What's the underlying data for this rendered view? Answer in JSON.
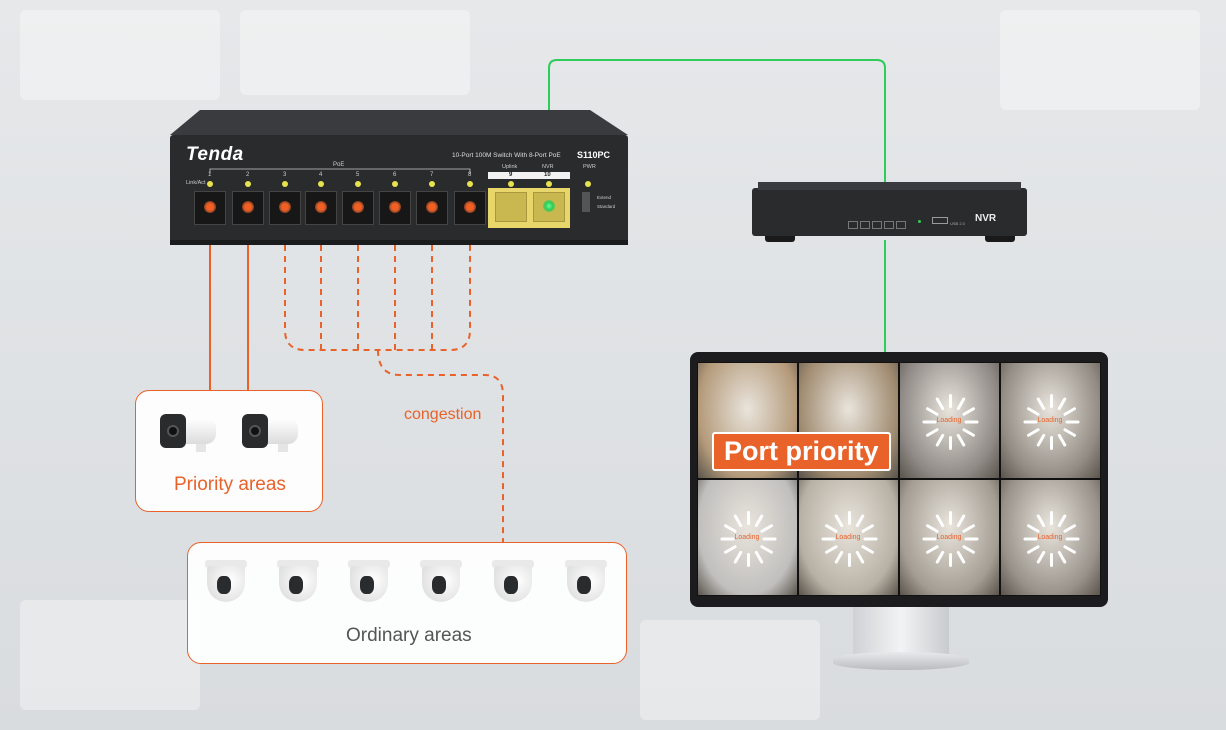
{
  "switch": {
    "brand": "Tenda",
    "model_desc": "10-Port 100M Switch With 8-Port PoE",
    "model": "S110PC",
    "poe_label": "PoE",
    "linkact_label": "Link/Act",
    "uplink_label": "Uplink",
    "nvr_port_label": "NVR",
    "pwr_label": "PWR",
    "extend_label": "Extend",
    "standard_label": "Standard",
    "port_numbers": [
      "1",
      "2",
      "3",
      "4",
      "5",
      "6",
      "7",
      "8"
    ],
    "uplink_numbers": [
      "9",
      "10"
    ]
  },
  "nvr": {
    "label": "NVR",
    "usb_label": "USB 2.0"
  },
  "monitor": {
    "badge": "Port priority",
    "loading_text": "Loading"
  },
  "congestion_label": "congestion",
  "priority_box": {
    "label": "Priority areas"
  },
  "ordinary_box": {
    "label": "Ordinary areas"
  },
  "colors": {
    "accent": "#e8622a",
    "green_link": "#2ecc5a",
    "uplink_yellow": "#e8d66a",
    "switch_body": "#2a2b2d"
  }
}
